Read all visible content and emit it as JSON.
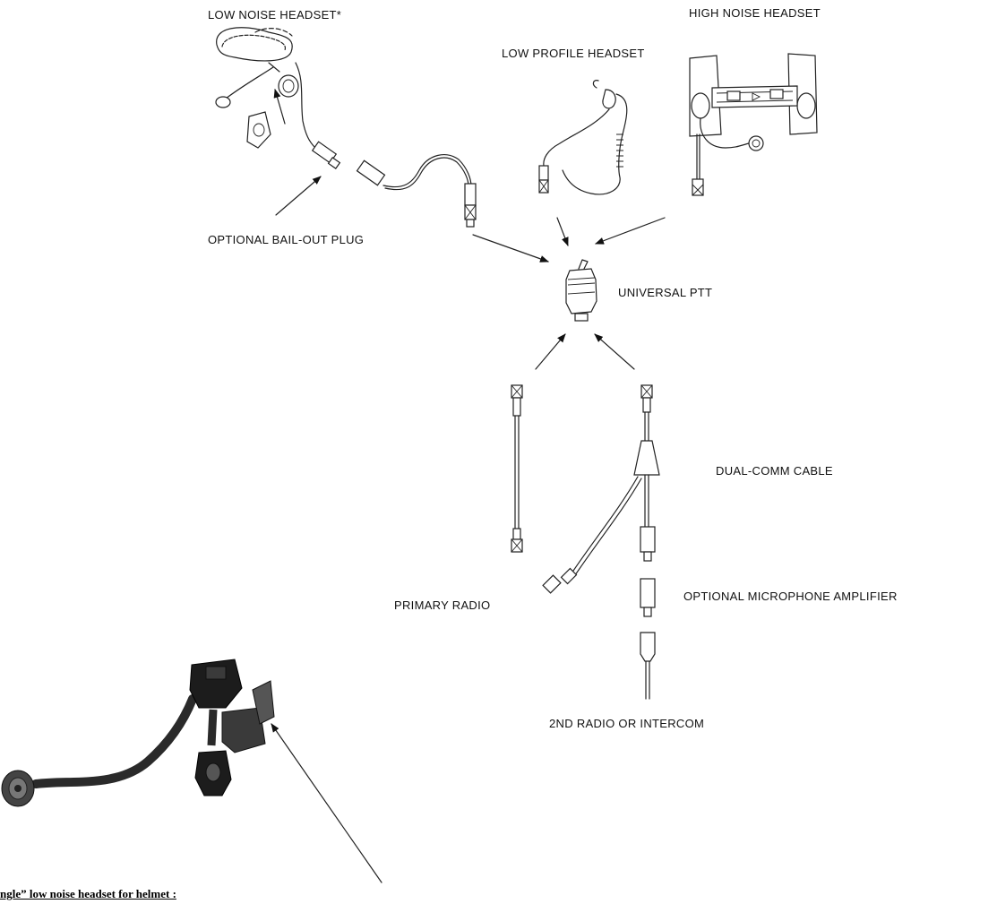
{
  "labels": {
    "low_noise_headset": "LOW NOISE HEADSET*",
    "high_noise_headset": "HIGH NOISE HEADSET",
    "low_profile_headset": "LOW PROFILE HEADSET",
    "bail_out_plug": "OPTIONAL BAIL-OUT PLUG",
    "universal_ptt": "UNIVERSAL PTT",
    "dual_comm_cable": "DUAL-COMM CABLE",
    "primary_radio": "PRIMARY RADIO",
    "mic_amplifier": "OPTIONAL MICROPHONE AMPLIFIER",
    "second_radio": "2ND RADIO OR INTERCOM"
  },
  "caption": "ngle” low noise headset for helmet :"
}
